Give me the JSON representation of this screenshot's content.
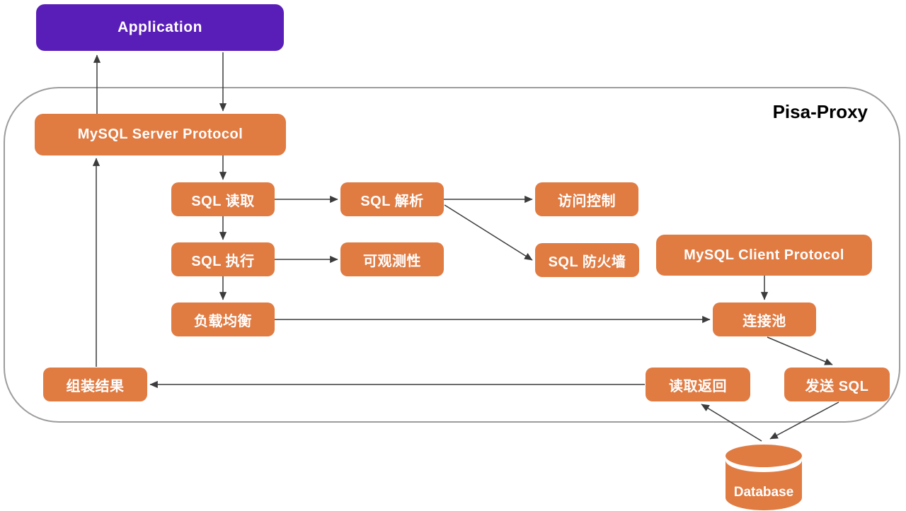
{
  "diagram": {
    "container_title": "Pisa-Proxy",
    "nodes": {
      "application": "Application",
      "mysql_server_protocol": "MySQL Server Protocol",
      "sql_read": "SQL 读取",
      "sql_parse": "SQL 解析",
      "access_control": "访问控制",
      "sql_execute": "SQL 执行",
      "observability": "可观测性",
      "sql_firewall": "SQL 防火墙",
      "mysql_client_protocol": "MySQL Client Protocol",
      "load_balancing": "负载均衡",
      "connection_pool": "连接池",
      "assemble_result": "组装结果",
      "read_return": "读取返回",
      "send_sql": "发送 SQL",
      "database": "Database"
    },
    "edges": [
      {
        "from": "application",
        "to": "mysql_server_protocol"
      },
      {
        "from": "mysql_server_protocol",
        "to": "application"
      },
      {
        "from": "mysql_server_protocol",
        "to": "sql_read"
      },
      {
        "from": "sql_read",
        "to": "sql_parse"
      },
      {
        "from": "sql_read",
        "to": "sql_execute"
      },
      {
        "from": "sql_parse",
        "to": "access_control"
      },
      {
        "from": "sql_parse",
        "to": "sql_firewall"
      },
      {
        "from": "sql_execute",
        "to": "observability"
      },
      {
        "from": "sql_execute",
        "to": "load_balancing"
      },
      {
        "from": "load_balancing",
        "to": "connection_pool"
      },
      {
        "from": "mysql_client_protocol",
        "to": "connection_pool"
      },
      {
        "from": "connection_pool",
        "to": "send_sql"
      },
      {
        "from": "send_sql",
        "to": "database"
      },
      {
        "from": "database",
        "to": "read_return"
      },
      {
        "from": "read_return",
        "to": "assemble_result"
      },
      {
        "from": "assemble_result",
        "to": "mysql_server_protocol"
      }
    ],
    "colors": {
      "application_fill": "#5A1EB8",
      "node_fill": "#E07B42",
      "node_text": "#FFFFFF",
      "container_border": "#9C9C9C",
      "arrow": "#3C3C3C",
      "title_text": "#000000"
    }
  }
}
